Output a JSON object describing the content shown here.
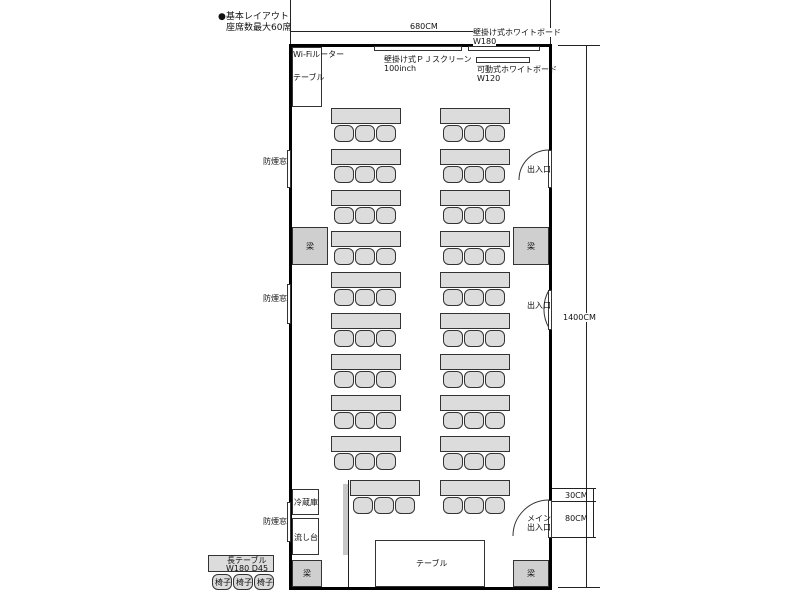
{
  "title": {
    "line1": "●基本レイアウト",
    "line2": "座席数最大60席"
  },
  "dims": {
    "width": "680CM",
    "depth": "1400CM",
    "door_a": "30CM",
    "door_b": "80CM"
  },
  "labels": {
    "wifi": "Wi-Fiルーター",
    "table_top": "テーブル",
    "wall_whiteboard": "壁掛け式ホワイトボード",
    "wall_whiteboard_w": "W180",
    "screen": "壁掛け式ＰＪスクリーン",
    "screen_size": "100inch",
    "mobile_whiteboard": "可動式ホワイトボード",
    "mobile_whiteboard_w": "W120",
    "smoke_window": "防煙窓",
    "pillar": "梁",
    "entrance": "出入口",
    "main_entrance_1": "メイン",
    "main_entrance_2": "出入口",
    "fridge": "冷蔵庫",
    "sink": "流し台",
    "table_bottom": "テーブル",
    "long_table": "長テーブル",
    "long_table_size": "W180 D45",
    "chair": "椅子"
  },
  "layout": {
    "rows_per_column": 9,
    "chairs_per_desk": 3,
    "extra_desks": 2
  }
}
